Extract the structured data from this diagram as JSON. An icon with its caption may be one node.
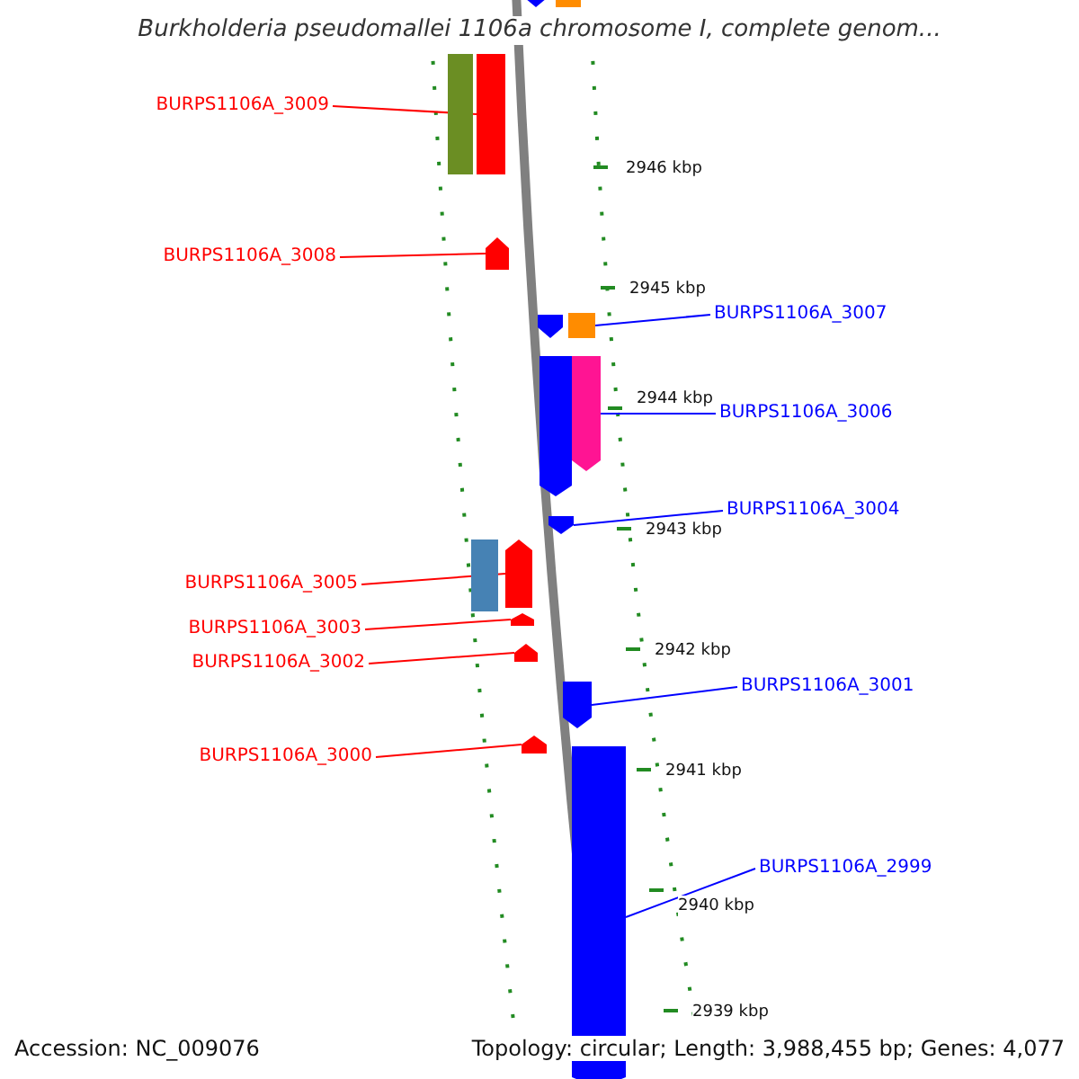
{
  "diagram": {
    "title": "Burkholderia pseudomallei 1106a chromosome I, complete genom...",
    "nodes": [
      {
        "text": [
          "BURPS1106A_3009"
        ]
      },
      {
        "text": [
          "BURPS1106A_3008"
        ]
      },
      {
        "text": [
          "BURPS1106A_3007"
        ]
      },
      {
        "text": [
          "BURPS1106A_3006"
        ]
      },
      {
        "text": [
          "BURPS1106A_3004"
        ]
      },
      {
        "text": [
          "BURPS1106A_3005"
        ]
      },
      {
        "text": [
          "BURPS1106A_3003"
        ]
      },
      {
        "text": [
          "BURPS1106A_3002"
        ]
      },
      {
        "text": [
          "BURPS1106A_3001"
        ]
      },
      {
        "text": [
          "BURPS1106A_3000"
        ]
      },
      {
        "text": [
          "BURPS1106A_2999"
        ]
      },
      {
        "text": [],
        "shape": "bar"
      },
      {
        "text": [],
        "shape": "bar"
      },
      {
        "text": [],
        "shape": "box"
      },
      {
        "text": [],
        "shape": "bar"
      },
      {
        "text": [],
        "shape": "bar"
      },
      {
        "text": [],
        "shape": "bar"
      },
      {
        "text": [],
        "shape": "bar"
      },
      {
        "text": [],
        "shape": "bar"
      },
      {
        "text": [],
        "shape": "bar"
      },
      {
        "text": [],
        "shape": "bar"
      },
      {
        "text": [],
        "shape": "bar"
      },
      {
        "text": [],
        "shape": "bar"
      },
      {
        "text": [],
        "shape": "bar"
      },
      {
        "text": [],
        "shape": "bar"
      },
      {
        "text": [],
        "shape": "bar"
      },
      {
        "text": [],
        "shape": "bar"
      },
      {
        "text": [],
        "shape": "box"
      }
    ],
    "edges": [
      {
        "from": 0,
        "to": 11,
        "arrow": "none",
        "color": "#ff0000"
      },
      {
        "from": 1,
        "to": 12,
        "arrow": "none",
        "color": "#ff0000"
      },
      {
        "from": 2,
        "to": 13,
        "arrow": "none",
        "color": "#0000ff"
      },
      {
        "from": 3,
        "to": 14,
        "arrow": "none",
        "color": "#0000ff"
      },
      {
        "from": 4,
        "to": 15,
        "arrow": "none",
        "color": "#0000ff"
      },
      {
        "from": 5,
        "to": 16,
        "arrow": "none",
        "color": "#ff0000"
      },
      {
        "from": 6,
        "to": 17,
        "arrow": "none",
        "color": "#ff0000"
      },
      {
        "from": 7,
        "to": 18,
        "arrow": "none",
        "color": "#ff0000"
      },
      {
        "from": 8,
        "to": 19,
        "arrow": "none",
        "color": "#0000ff"
      },
      {
        "from": 9,
        "to": 20,
        "arrow": "none",
        "color": "#ff0000"
      },
      {
        "from": 10,
        "to": 21,
        "arrow": "none",
        "color": "#0000ff"
      }
    ],
    "labels": [
      "2946 kbp",
      "2945 kbp",
      "2944 kbp",
      "2943 kbp",
      "2942 kbp",
      "2941 kbp",
      "2940 kbp",
      "2939 kbp",
      "Accession: NC_009076",
      "Topology: circular; Length: 3,988,455 bp; Genes: 4,077"
    ]
  }
}
